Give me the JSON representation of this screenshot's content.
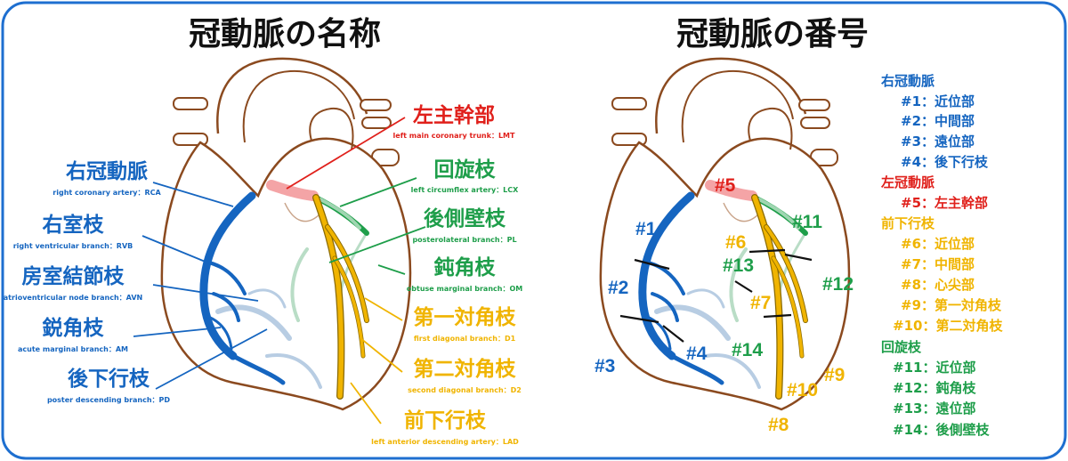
{
  "title_left": "冠動脈の名称",
  "title_right": "冠動脈の番号",
  "colors": {
    "rca": "#1565c0",
    "lmt": "#e0201b",
    "lad": "#f0b400",
    "lcx": "#1e9e4a",
    "frame": "#1e6fd0",
    "outline": "#8b4a1f"
  },
  "left_labels": [
    {
      "jp": "右冠動脈",
      "en": "right coronary artery：RCA"
    },
    {
      "jp": "右室枝",
      "en": "right ventricular branch：RVB"
    },
    {
      "jp": "房室結節枝",
      "en": "atrioventricular node branch：AVN"
    },
    {
      "jp": "鋭角枝",
      "en": "acute marginal branch：AM"
    },
    {
      "jp": "後下行枝",
      "en": "poster descending branch：PD"
    }
  ],
  "right_labels": [
    {
      "jp": "左主幹部",
      "en": "left main coronary trunk：LMT"
    },
    {
      "jp": "回旋枝",
      "en": "left circumflex artery：LCX"
    },
    {
      "jp": "後側壁枝",
      "en": "posterolateral branch：PL"
    },
    {
      "jp": "鈍角枝",
      "en": "obtuse marginal branch：OM"
    },
    {
      "jp": "第一対角枝",
      "en": "first diagonal branch：D1"
    },
    {
      "jp": "第二対角枝",
      "en": "second diagonal branch：D2"
    },
    {
      "jp": "前下行枝",
      "en": "left anterior descending artery：LAD"
    }
  ],
  "segments": {
    "rca": [
      "#1",
      "#2",
      "#3",
      "#4"
    ],
    "lmt": [
      "#5"
    ],
    "lad": [
      "#6",
      "#7",
      "#8",
      "#9",
      "#10"
    ],
    "lcx": [
      "#11",
      "#12",
      "#13",
      "#14"
    ]
  },
  "legend": {
    "rca": {
      "header": "右冠動脈",
      "items": [
        "#1：近位部",
        "#2：中間部",
        "#3：遠位部",
        "#4：後下行枝"
      ]
    },
    "lmt": {
      "header": "左冠動脈",
      "items": [
        "#5：左主幹部"
      ]
    },
    "lad": {
      "header": "前下行枝",
      "items": [
        "#6：近位部",
        "#7：中間部",
        "#8：心尖部",
        "#9：第一対角枝",
        "#10：第二対角枝"
      ]
    },
    "lcx": {
      "header": "回旋枝",
      "items": [
        "#11：近位部",
        "#12：鈍角枝",
        "#13：遠位部",
        "#14：後側壁枝"
      ]
    }
  }
}
